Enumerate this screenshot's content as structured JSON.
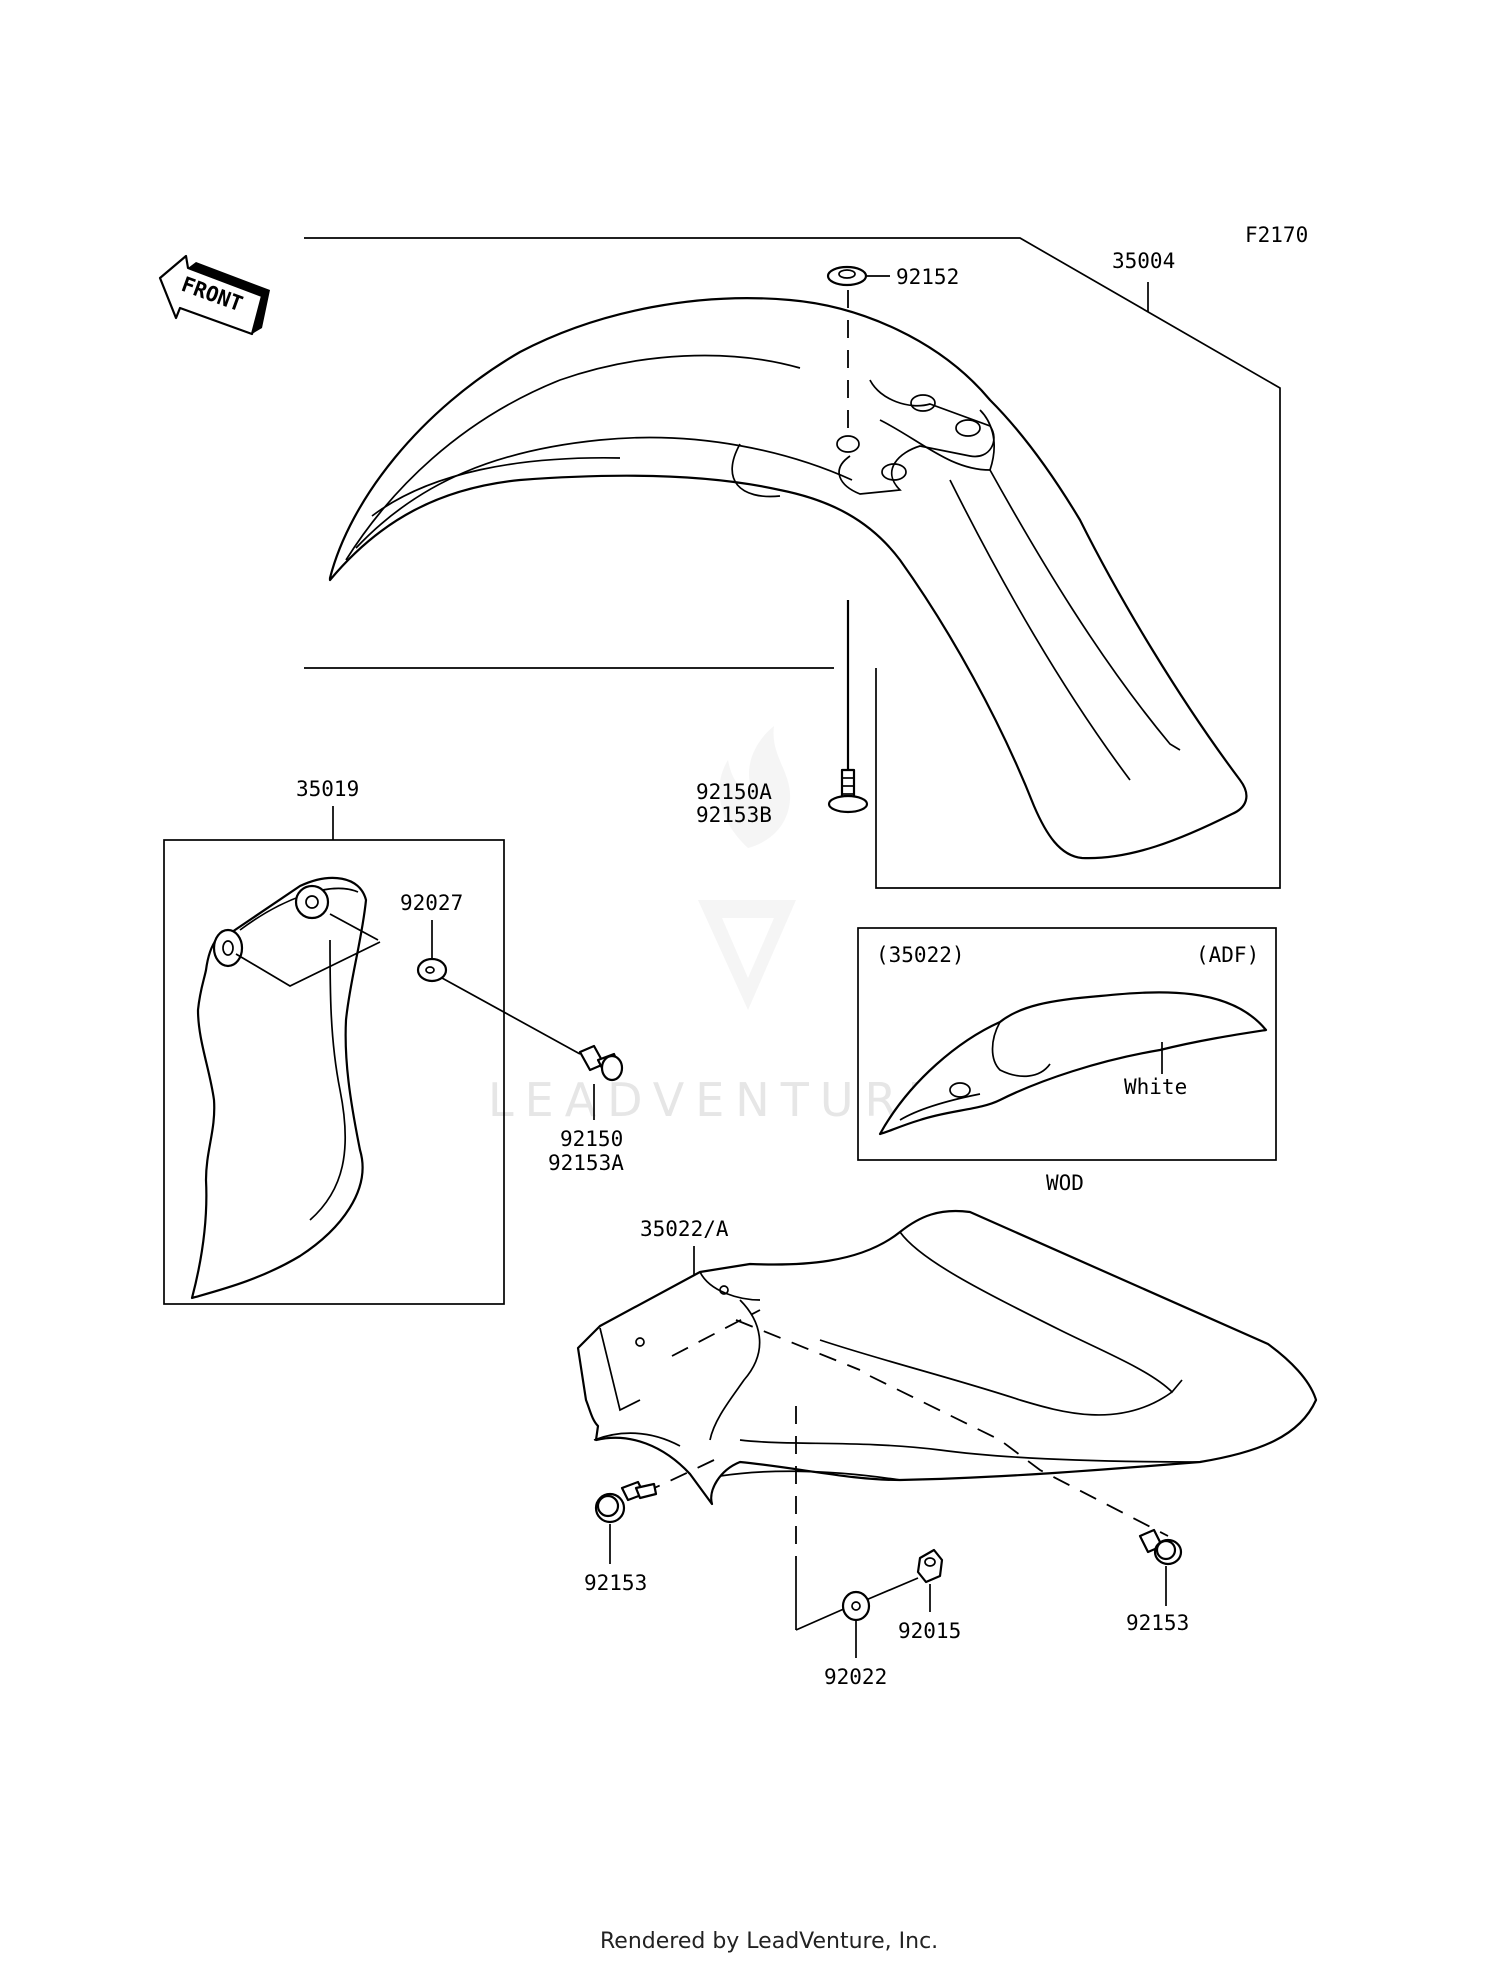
{
  "diagram_code": "F2170",
  "front_arrow_label": "FRONT",
  "watermark": "LEADVENTURE",
  "footer": "Rendered by LeadVenture, Inc.",
  "parts": {
    "front_fender": "35004",
    "fender_grommet": "92152",
    "front_bolt": "92150A",
    "front_bolt_collar": "92153B",
    "flap": "35019",
    "flap_washer": "92027",
    "flap_bolt": "92150",
    "flap_bolt_collar": "92153A",
    "option_ref": "(35022)",
    "option_code": "(ADF)",
    "option_color": "White",
    "option_color_code": "WOD",
    "rear_fender": "35022/A",
    "rear_bolt_left": "92153",
    "rear_bolt_right": "92153",
    "rear_nut": "92015",
    "rear_washer": "92022"
  }
}
